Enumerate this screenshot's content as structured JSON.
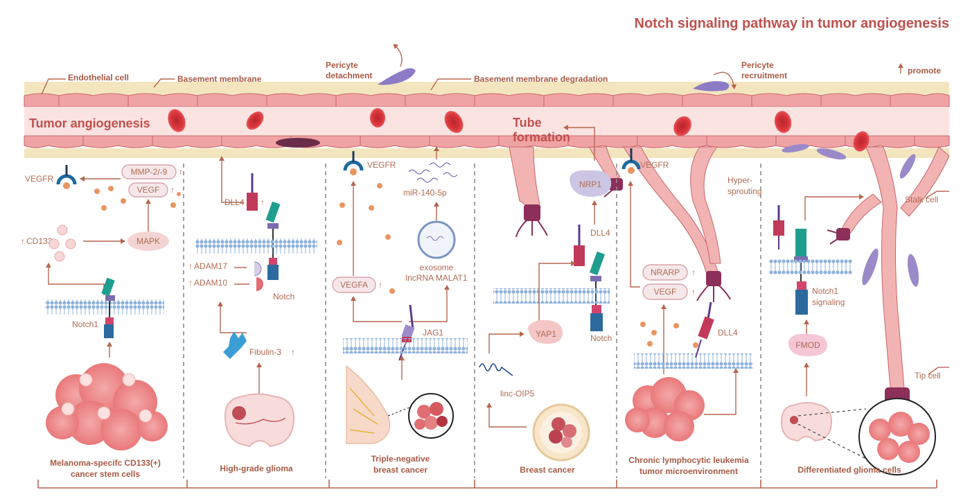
{
  "title": "Notch signaling pathway in tumor angiogenesis",
  "vessel_labels": {
    "endothelial_cell": "Endothelial cell",
    "basement_membrane": "Basement membrane",
    "pericyte_detachment_1": "Pericyte",
    "pericyte_detachment_2": "detachment",
    "bm_degradation": "Basement membrane degradation",
    "pericyte_recruitment_1": "Pericyte",
    "pericyte_recruitment_2": "recruitment",
    "promote": "promote",
    "tumor_angiogenesis": "Tumor angiogenesis",
    "tube_formation_1": "Tube",
    "tube_formation_2": "formation",
    "hyper_sprouting_1": "Hyper-",
    "hyper_sprouting_2": "sprouting",
    "stalk_cell": "Stalk cell",
    "tip_cell": "Tip cell"
  },
  "panels": {
    "p1": {
      "vegfr": "VEGFR",
      "mmp": "MMP-2/-9",
      "vegf": "VEGF",
      "cd133": "CD133",
      "mapk": "MAPK",
      "notch1": "Notch1",
      "caption_1": "Melanoma-specifc CD133(+)",
      "caption_2": "cancer stem cells"
    },
    "p2": {
      "dll4": "DLL4",
      "adam17": "ADAM17",
      "adam10": "ADAM10",
      "notch": "Notch",
      "fibulin": "Fibulin-3",
      "caption": "High-grade glioma"
    },
    "p3": {
      "vegfr": "VEGFR",
      "mir": "miR-140-5p",
      "vegfa": "VEGFA",
      "exosome_1": "exosome",
      "exosome_2": "lncRNA MALAT1",
      "jag1": "JAG1",
      "caption_1": "Triple-negative",
      "caption_2": "breast cancer"
    },
    "p4": {
      "nrp1": "NRP1",
      "dll4": "DLL4",
      "yap1": "YAP1",
      "linc": "linc-OIP5",
      "notch": "Notch",
      "caption": "Breast cancer"
    },
    "p5": {
      "vegfr": "VEGFR",
      "nrarp": "NRARP",
      "vegf": "VEGF",
      "dll4": "DLL4",
      "caption_1": "Chronic lymphocytic leukemia",
      "caption_2": "tumor microenvironment"
    },
    "p6": {
      "notch1_1": "Notch1",
      "notch1_2": "signaling",
      "fmod": "FMOD",
      "caption": "Differentiated glioma cells"
    }
  },
  "colors": {
    "title": "#c0504d",
    "label": "#b06a52",
    "arrow": "#b5674f",
    "vessel": "#f2b3b3",
    "basement": "#f3e6bf",
    "membrane": "#a9c4e4",
    "receptor_teal": "#1f9e8f",
    "ligand_red": "#c23a5a",
    "tip_cell": "#8c2f5a"
  },
  "icons": [
    "arrow-up-icon",
    "receptor-icon",
    "exosome-icon",
    "brain-icon",
    "breast-icon",
    "tumor-icon",
    "rna-icon",
    "protein-icon",
    "tip-cell-icon",
    "pericyte-icon",
    "red-blood-cell-icon"
  ]
}
